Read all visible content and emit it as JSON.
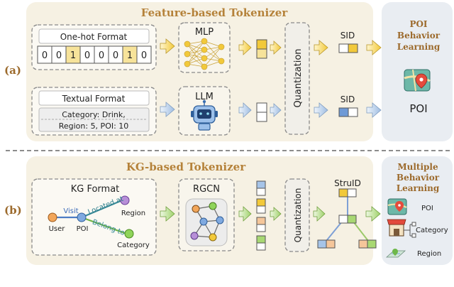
{
  "panel_a": {
    "label": "(a)",
    "title": "Feature-based Tokenizer",
    "onehot": {
      "title": "One-hot Format",
      "cells": [
        "0",
        "0",
        "1",
        "0",
        "0",
        "0",
        "1",
        "0"
      ]
    },
    "textual": {
      "title": "Textual Format",
      "line1": "Category: Drink,",
      "line2": "Region: 5, POI: 10"
    },
    "mlp": "MLP",
    "llm": "LLM",
    "quantization": "Quantization",
    "sid_top": "SID",
    "sid_bottom": "SID",
    "side_title": [
      "POI",
      "Behavior",
      "Learning"
    ],
    "poi": "POI"
  },
  "panel_b": {
    "label": "(b)",
    "title": "KG-based Tokenizer",
    "kg": {
      "title": "KG Format",
      "nodes": {
        "user": "User",
        "poi": "POI",
        "region": "Region",
        "category": "Category"
      },
      "edges": {
        "visit": "Visit",
        "located_at": "Located at",
        "belong_to": "Belong to"
      }
    },
    "rgcn": "RGCN",
    "quantization": "Quantization",
    "struid": "StruID",
    "side_title": [
      "Multiple",
      "Behavior",
      "Learning"
    ],
    "outputs": [
      "POI",
      "Category",
      "Region"
    ]
  },
  "colors": {
    "panel_bg": "#f6f1e3",
    "side_bg": "#e9edf2",
    "yellow": "#f2d24a",
    "blue": "#a6c4e8",
    "green": "#a8d873",
    "orange": "#f5c69a",
    "accent_brown": "#b5823a"
  }
}
